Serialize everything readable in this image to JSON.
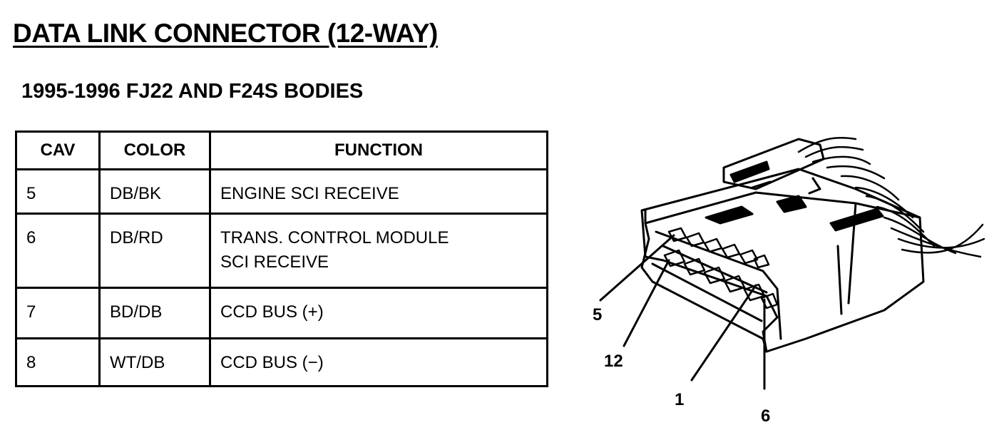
{
  "title": "DATA LINK CONNECTOR (12-WAY)",
  "subtitle": "1995-1996 FJ22 AND F24S BODIES",
  "table": {
    "headers": {
      "cav": "CAV",
      "color": "COLOR",
      "function": "FUNCTION"
    },
    "rows": [
      {
        "cav": "5",
        "color": "DB/BK",
        "function": "ENGINE SCI RECEIVE",
        "function2": ""
      },
      {
        "cav": "6",
        "color": "DB/RD",
        "function": "TRANS. CONTROL MODULE",
        "function2": "SCI RECEIVE"
      },
      {
        "cav": "7",
        "color": "BD/DB",
        "function": "CCD BUS (+)",
        "function2": ""
      },
      {
        "cav": "8",
        "color": "WT/DB",
        "function": "CCD BUS (−)",
        "function2": ""
      }
    ]
  },
  "connector_labels": {
    "p5": "5",
    "p12": "12",
    "p1": "1",
    "p6": "6"
  }
}
